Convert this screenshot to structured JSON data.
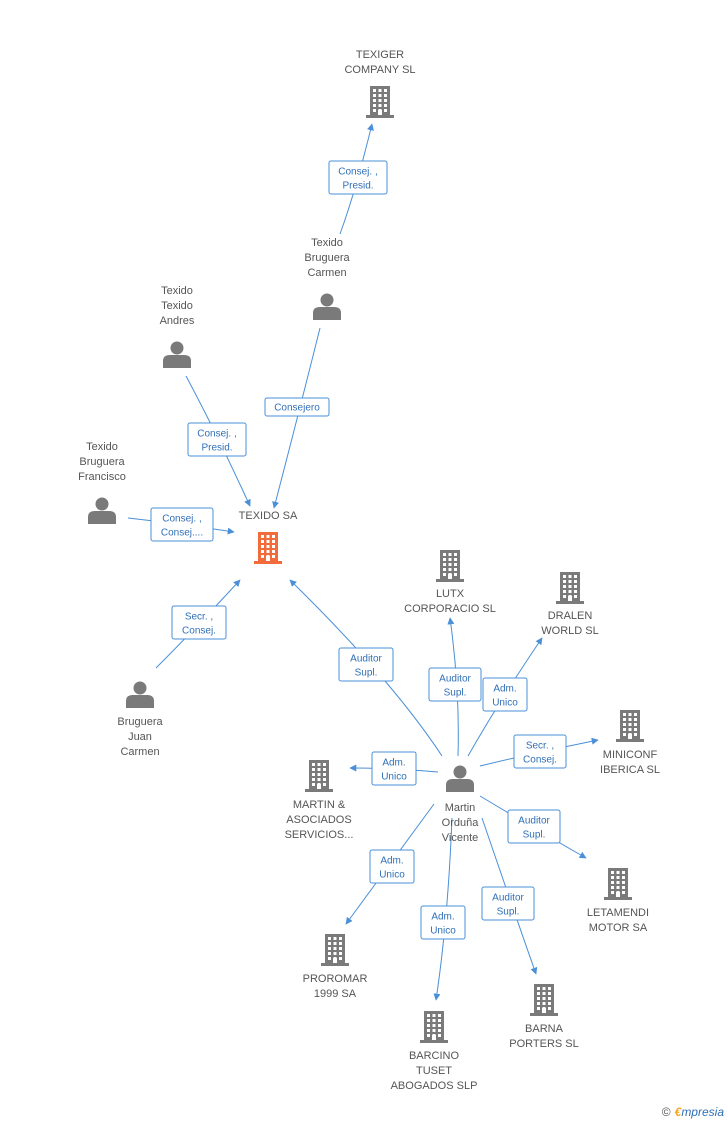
{
  "diagram": {
    "companies": [
      {
        "id": "texido",
        "lines": [
          "TEXIDO SA"
        ],
        "main": true
      },
      {
        "id": "texiger",
        "lines": [
          "TEXIGER",
          "COMPANY  SL"
        ]
      },
      {
        "id": "lutx",
        "lines": [
          "LUTX",
          "CORPORACIO SL"
        ]
      },
      {
        "id": "dralen",
        "lines": [
          "DRALEN",
          "WORLD SL"
        ]
      },
      {
        "id": "miniconf",
        "lines": [
          "MINICONF",
          "IBERICA SL"
        ]
      },
      {
        "id": "martin_asoc",
        "lines": [
          "MARTIN &",
          "ASOCIADOS",
          "SERVICIOS..."
        ]
      },
      {
        "id": "letamendi",
        "lines": [
          "LETAMENDI",
          "MOTOR SA"
        ]
      },
      {
        "id": "proromar",
        "lines": [
          "PROROMAR",
          "1999 SA"
        ]
      },
      {
        "id": "barcino",
        "lines": [
          "BARCINO",
          "TUSET",
          "ABOGADOS SLP"
        ]
      },
      {
        "id": "barna",
        "lines": [
          "BARNA",
          "PORTERS SL"
        ]
      }
    ],
    "people": [
      {
        "id": "carmen",
        "lines": [
          "Texido",
          "Bruguera",
          "Carmen"
        ]
      },
      {
        "id": "andres",
        "lines": [
          "Texido",
          "Texido",
          "Andres"
        ]
      },
      {
        "id": "francisco",
        "lines": [
          "Texido",
          "Bruguera",
          "Francisco"
        ]
      },
      {
        "id": "juan",
        "lines": [
          "Bruguera",
          "Juan",
          "Carmen"
        ]
      },
      {
        "id": "martin",
        "lines": [
          "Martin",
          "Orduña",
          "Vicente"
        ]
      }
    ],
    "edges": [
      {
        "id": "e1",
        "lines": [
          "Consej. ,",
          "Presid."
        ]
      },
      {
        "id": "e2",
        "lines": [
          "Consejero"
        ]
      },
      {
        "id": "e3",
        "lines": [
          "Consej. ,",
          "Presid."
        ]
      },
      {
        "id": "e4",
        "lines": [
          "Consej. ,",
          "Consej...."
        ]
      },
      {
        "id": "e5",
        "lines": [
          "Secr. ,",
          "Consej."
        ]
      },
      {
        "id": "e6",
        "lines": [
          "Auditor",
          "Supl."
        ]
      },
      {
        "id": "e7",
        "lines": [
          "Auditor",
          "Supl."
        ]
      },
      {
        "id": "e8",
        "lines": [
          "Adm.",
          "Unico"
        ]
      },
      {
        "id": "e9",
        "lines": [
          "Secr. ,",
          "Consej."
        ]
      },
      {
        "id": "e10",
        "lines": [
          "Adm.",
          "Unico"
        ]
      },
      {
        "id": "e11",
        "lines": [
          "Auditor",
          "Supl."
        ]
      },
      {
        "id": "e12",
        "lines": [
          "Adm.",
          "Unico"
        ]
      },
      {
        "id": "e13",
        "lines": [
          "Adm.",
          "Unico"
        ]
      },
      {
        "id": "e14",
        "lines": [
          "Auditor",
          "Supl."
        ]
      }
    ]
  },
  "colors": {
    "main_company": "#f26b3a",
    "company": "#7a7a7a",
    "person": "#7a7a7a",
    "edge": "#4a8fd8"
  },
  "brand": {
    "copyright": "©",
    "first_letter": "€",
    "rest": "mpresia"
  }
}
